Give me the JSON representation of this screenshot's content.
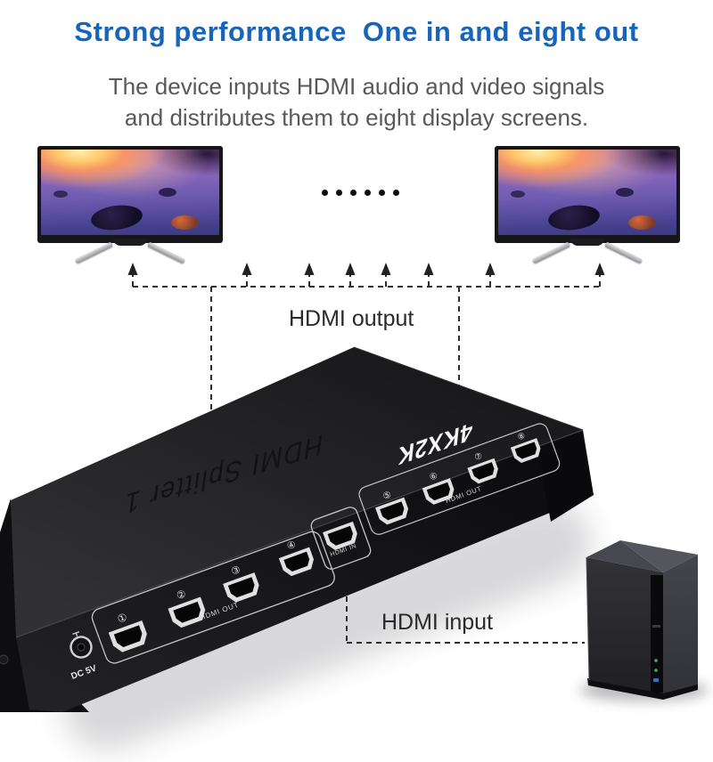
{
  "header": {
    "title": "Strong performance  One in and eight out",
    "title_color": "#1765bb",
    "subtitle_line1": "The device inputs HDMI audio and video signals",
    "subtitle_line2": "and distributes them to eight display screens.",
    "subtitle_color": "#58595b"
  },
  "diagram": {
    "output_label": "HDMI output",
    "input_label": "HDMI input",
    "line_color": "#2e2e2e"
  },
  "device": {
    "top_text": "HDMI Splitter 1",
    "badge": "4KX2K",
    "dc_label": "DC 5V",
    "hdmi_in_label": "HDMI IN",
    "hdmi_out_label_left": "HDMI OUT",
    "hdmi_out_label_right": "HDMI OUT",
    "port_numbers": [
      "①",
      "②",
      "③",
      "④",
      "⑤",
      "⑥",
      "⑦",
      "⑧"
    ]
  }
}
